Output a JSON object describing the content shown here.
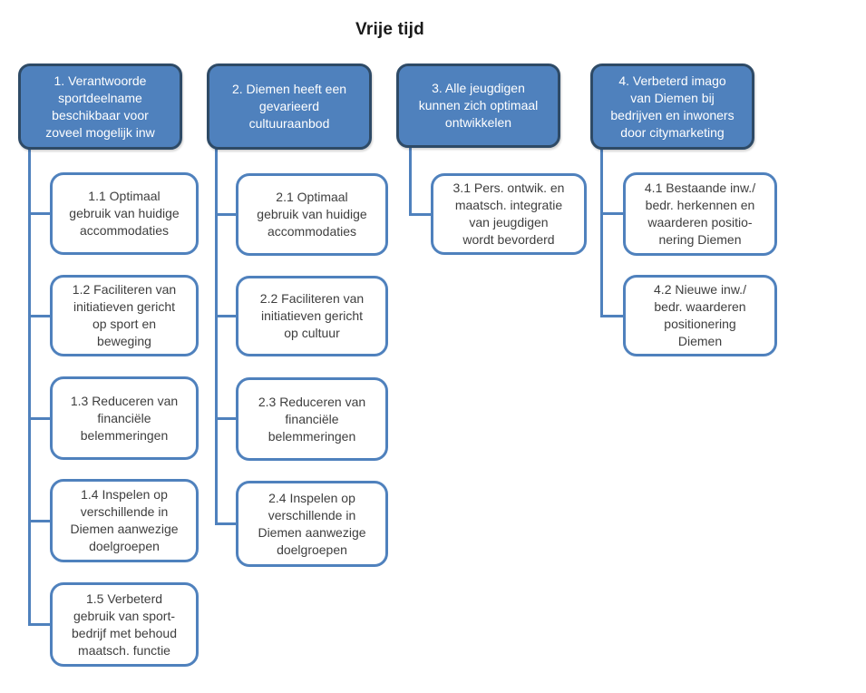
{
  "title": "Vrije tijd",
  "colors": {
    "header_fill": "#4F81BD",
    "header_border": "#2E4A66",
    "header_text": "#FFFFFF",
    "child_fill": "#FFFFFF",
    "child_border": "#4F81BD",
    "child_text": "#3E3E3E",
    "connector": "#4F81BD",
    "title_text": "#1A1A1A",
    "background": "#FFFFFF"
  },
  "columns": [
    {
      "header": {
        "label": "1. Verantwoorde\nsportdeelname\nbeschikbaar voor\nzoveel mogelijk inw"
      },
      "children": [
        {
          "label": "1.1 Optimaal\ngebruik van huidige\naccommodaties"
        },
        {
          "label": "1.2 Faciliteren van\ninitiatieven gericht\nop sport en\nbeweging"
        },
        {
          "label": "1.3 Reduceren van\nfinanciële\nbelemmeringen"
        },
        {
          "label": "1.4 Inspelen op\nverschillende in\nDiemen aanwezige\ndoelgroepen"
        },
        {
          "label": "1.5 Verbeterd\ngebruik van sport-\nbedrijf met behoud\nmaatsch. functie"
        }
      ]
    },
    {
      "header": {
        "label": "2. Diemen heeft een\ngevarieerd\ncultuuraanbod"
      },
      "children": [
        {
          "label": "2.1 Optimaal\ngebruik van huidige\naccommodaties"
        },
        {
          "label": "2.2 Faciliteren van\ninitiatieven gericht\nop cultuur"
        },
        {
          "label": "2.3 Reduceren van\nfinanciële\nbelemmeringen"
        },
        {
          "label": "2.4 Inspelen op\nverschillende in\nDiemen aanwezige\ndoelgroepen"
        }
      ]
    },
    {
      "header": {
        "label": "3. Alle jeugdigen\nkunnen zich optimaal\nontwikkelen"
      },
      "children": [
        {
          "label": "3.1 Pers. ontwik. en\nmaatsch. integratie\nvan jeugdigen\nwordt bevorderd"
        }
      ]
    },
    {
      "header": {
        "label": "4. Verbeterd imago\nvan Diemen bij\nbedrijven en inwoners\ndoor citymarketing"
      },
      "children": [
        {
          "label": "4.1 Bestaande inw./\nbedr. herkennen en\nwaarderen positio-\nnering Diemen"
        },
        {
          "label": "4.2 Nieuwe inw./\nbedr. waarderen\npositionering\nDiemen"
        }
      ]
    }
  ]
}
